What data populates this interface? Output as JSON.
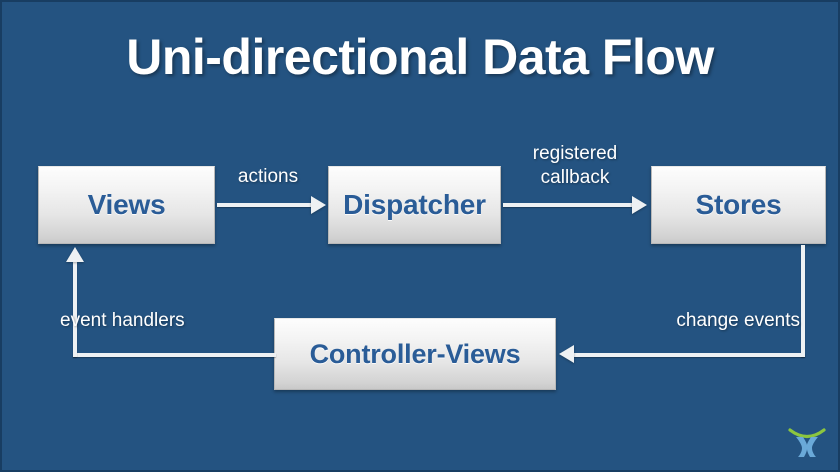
{
  "slide": {
    "title": "Uni-directional Data Flow",
    "background_color": "#245381",
    "title_color": "#ffffff",
    "node_text_color": "#2a5c97",
    "connector_color": "#eef1f3"
  },
  "diagram": {
    "type": "flow-diagram",
    "nodes": [
      {
        "id": "views",
        "label": "Views"
      },
      {
        "id": "dispatcher",
        "label": "Dispatcher"
      },
      {
        "id": "stores",
        "label": "Stores"
      },
      {
        "id": "cviews",
        "label": "Controller-Views"
      }
    ],
    "edges": [
      {
        "from": "views",
        "to": "dispatcher",
        "label": "actions",
        "direction": "right"
      },
      {
        "from": "dispatcher",
        "to": "stores",
        "label": "registered\ncallback",
        "direction": "right"
      },
      {
        "from": "stores",
        "to": "cviews",
        "label": "change events",
        "direction": "left"
      },
      {
        "from": "cviews",
        "to": "views",
        "label": "event handlers",
        "direction": "up"
      }
    ]
  },
  "logo": {
    "name": "x-mark-logo",
    "arc_color": "#8cc63f",
    "mark_color": "#6aa9d8"
  }
}
